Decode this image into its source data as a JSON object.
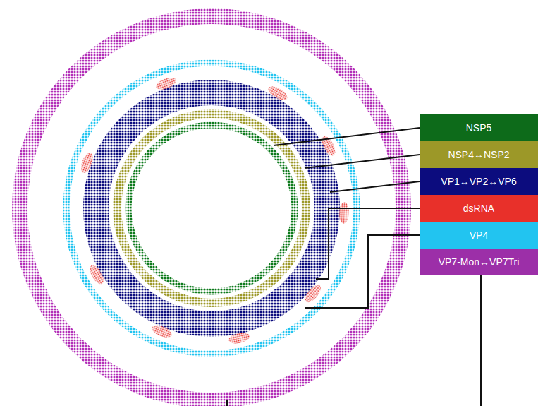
{
  "diagram": {
    "nodes": [
      {
        "text": [
          "NSP5"
        ]
      },
      {
        "text": [
          "NSP4↔NSP2"
        ]
      },
      {
        "text": [
          "VP1↔VP2↔VP6"
        ]
      },
      {
        "text": [
          "dsRNA"
        ]
      },
      {
        "text": [
          "VP4"
        ]
      },
      {
        "text": [
          "VP7-Mon↔VP7Tri"
        ]
      }
    ]
  }
}
